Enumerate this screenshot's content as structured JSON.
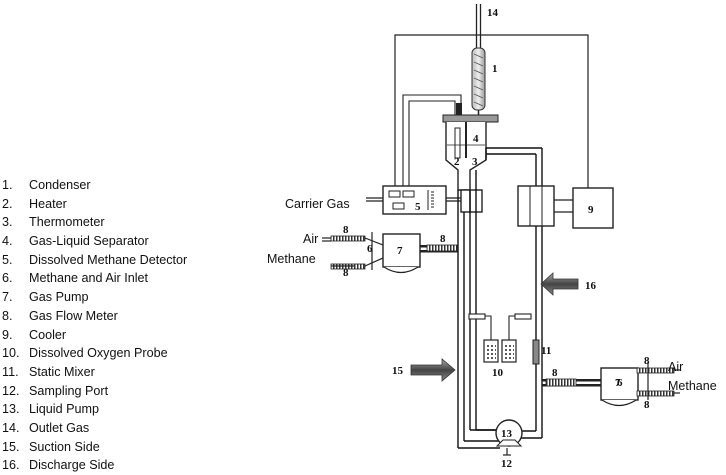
{
  "legend": [
    {
      "num": "1.",
      "label": "Condenser"
    },
    {
      "num": "2.",
      "label": "Heater"
    },
    {
      "num": "3.",
      "label": "Thermometer"
    },
    {
      "num": "4.",
      "label": "Gas-Liquid Separator"
    },
    {
      "num": "5.",
      "label": "Dissolved Methane Detector"
    },
    {
      "num": "6.",
      "label": "Methane and Air Inlet"
    },
    {
      "num": "7.",
      "label": "Gas Pump"
    },
    {
      "num": "8.",
      "label": "Gas Flow Meter"
    },
    {
      "num": "9.",
      "label": "Cooler"
    },
    {
      "num": "10.",
      "label": "Dissolved Oxygen Probe"
    },
    {
      "num": "11.",
      "label": "Static Mixer"
    },
    {
      "num": "12.",
      "label": "Sampling Port"
    },
    {
      "num": "13.",
      "label": "Liquid Pump"
    },
    {
      "num": "14.",
      "label": "Outlet Gas"
    },
    {
      "num": "15.",
      "label": "Suction Side"
    },
    {
      "num": "16.",
      "label": "Discharge Side"
    }
  ],
  "labels": {
    "carrier_gas": "Carrier Gas",
    "air_left": "Air",
    "methane_left": "Methane",
    "air_right": "Air",
    "methane_right": "Methane"
  },
  "numbers": {
    "n1": "1",
    "n2": "2",
    "n3": "3",
    "n4": "4",
    "n5": "5",
    "n6a": "6",
    "n6b": "6",
    "n7a": "7",
    "n7b": "7",
    "n8a": "8",
    "n8b": "8",
    "n8c": "8",
    "n8d": "8",
    "n8e": "8",
    "n8f": "8",
    "n9": "9",
    "n10": "10",
    "n11": "11",
    "n12": "12",
    "n13": "13",
    "n14": "14",
    "n15": "15",
    "n16": "16"
  }
}
